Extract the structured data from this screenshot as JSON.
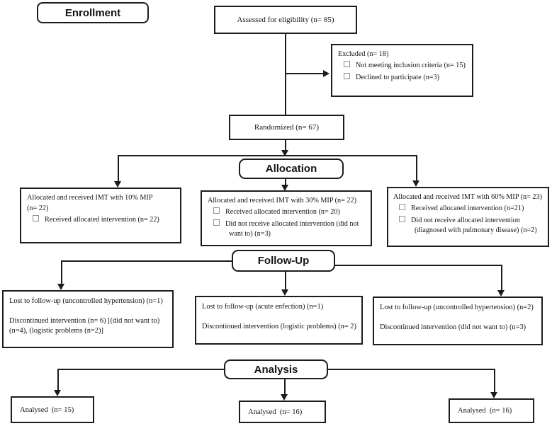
{
  "diagram": {
    "title": "CONSORT participant flow diagram",
    "stages": {
      "enrollment": "Enrollment",
      "allocation": "Allocation",
      "followup": "Follow-Up",
      "analysis": "Analysis"
    },
    "boxes": {
      "assessed": "Assessed for eligibility (n= 85)",
      "excluded": {
        "title": "Excluded (n= 18)",
        "items": [
          "Not meeting inclusion criteria (n= 15)",
          "Declined to participate (n=3)"
        ]
      },
      "randomized": "Randomized (n= 67)",
      "alloc_left": {
        "title": "Allocated and received IMT with 10% MIP\n(n= 22)",
        "items": [
          "Received allocated intervention (n= 22)"
        ]
      },
      "alloc_mid": {
        "title": "Allocated and received IMT with 30% MIP (n= 22)",
        "items": [
          "Received allocated intervention (n= 20)",
          "Did not receive allocated intervention (did not want to) (n=3)"
        ]
      },
      "alloc_right": {
        "title": "Allocated and received IMT with 60% MIP (n= 23)",
        "items": [
          "Received allocated intervention (n=21)",
          "Did not receive allocated intervention (diagnosed with pulmonary disease) (n=2)"
        ]
      },
      "fu_left": {
        "lines": [
          "Lost to follow-up (uncontrolled hypertension) (n=1)",
          "Discontinued intervention (n= 6) [(did not want to) (n=4), (logistic problems (n=2)]"
        ]
      },
      "fu_mid": {
        "lines": [
          "Lost to follow-up (acute enfection) (n=1)",
          "Discontinued intervention (logistic problems) (n= 2)"
        ]
      },
      "fu_right": {
        "lines": [
          "Lost to follow-up (uncontrolled hypertension) (n=2)",
          "Discontinued intervention (did not want to) (n=3)"
        ]
      },
      "analysed_left": "Analysed  (n= 15)",
      "analysed_mid": "Analysed  (n= 16)",
      "analysed_right": "Analysed  (n= 16)"
    },
    "colors": {
      "line": "#1c1c1c",
      "background": "#ffffff",
      "text": "#141414"
    }
  }
}
